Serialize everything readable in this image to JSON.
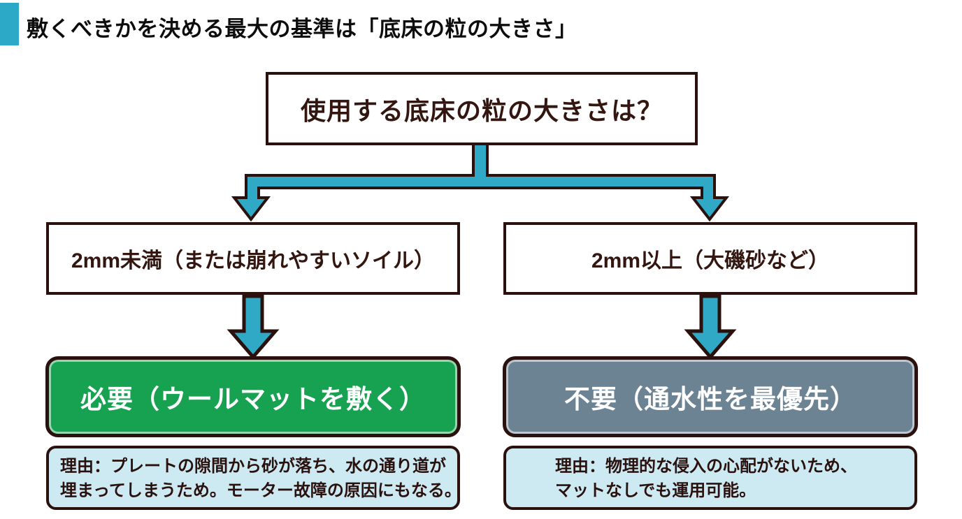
{
  "header": {
    "title": "敷くべきかを決める最大の基準は「底床の粒の大きさ」",
    "accent_color": "#2BA9C6"
  },
  "flowchart": {
    "question": {
      "label": "使用する底床の粒の大きさは？"
    },
    "branches": {
      "left": {
        "condition": "2mm未満（または崩れやすいソイル）",
        "result": "必要（ウールマットを敷く）",
        "result_color": "#17A251",
        "reason_line1": "理由：プレートの隙間から砂が落ち、水の通り道が",
        "reason_line2": "埋まってしまうため。モーター故障の原因にもなる。"
      },
      "right": {
        "condition": "2mm以上（大磯砂など）",
        "result": "不要（通水性を最優先）",
        "result_color": "#6C8394",
        "reason_line1": "理由：物理的な侵入の心配がないため、",
        "reason_line2": "マットなしでも運用可能。"
      }
    },
    "colors": {
      "connector": "#2FA9C5",
      "outline": "#2A110D",
      "reason_background": "#CDEAF3",
      "box_text": "#32160F"
    }
  }
}
